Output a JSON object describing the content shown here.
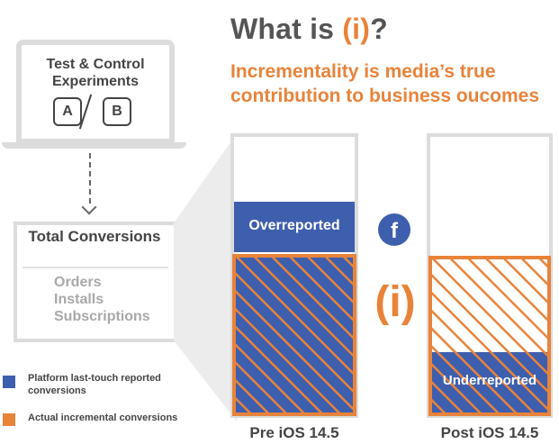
{
  "headline": {
    "prefix": "What is ",
    "accent": "(i)",
    "suffix": "?",
    "subtitle": "Incrementality is media’s true contribution to business oucomes"
  },
  "experiment": {
    "title": "Test & Control Experiments",
    "variant_a": "A",
    "variant_b": "B"
  },
  "total_conversions": {
    "title": "Total Conversions",
    "items": [
      "Orders",
      "Installs",
      "Subscriptions"
    ]
  },
  "legend": [
    {
      "label": "Platform last-touch reported conversions",
      "color": "#3E5EAE"
    },
    {
      "label": "Actual incremental conversions",
      "color": "#E8833A"
    }
  ],
  "columns": {
    "pre": {
      "label": "Pre iOS 14.5",
      "blue_label": "Overreported"
    },
    "post": {
      "label": "Post iOS 14.5",
      "blue_label": "Underreported"
    }
  },
  "center": {
    "fb_letter": "f",
    "incrementality_mark": "(i)"
  },
  "icons": {
    "platform": "facebook-icon"
  },
  "colors": {
    "platform_blue": "#3E5EAE",
    "incremental_orange": "#E8833A",
    "frame_gray": "#dcdcdc"
  }
}
